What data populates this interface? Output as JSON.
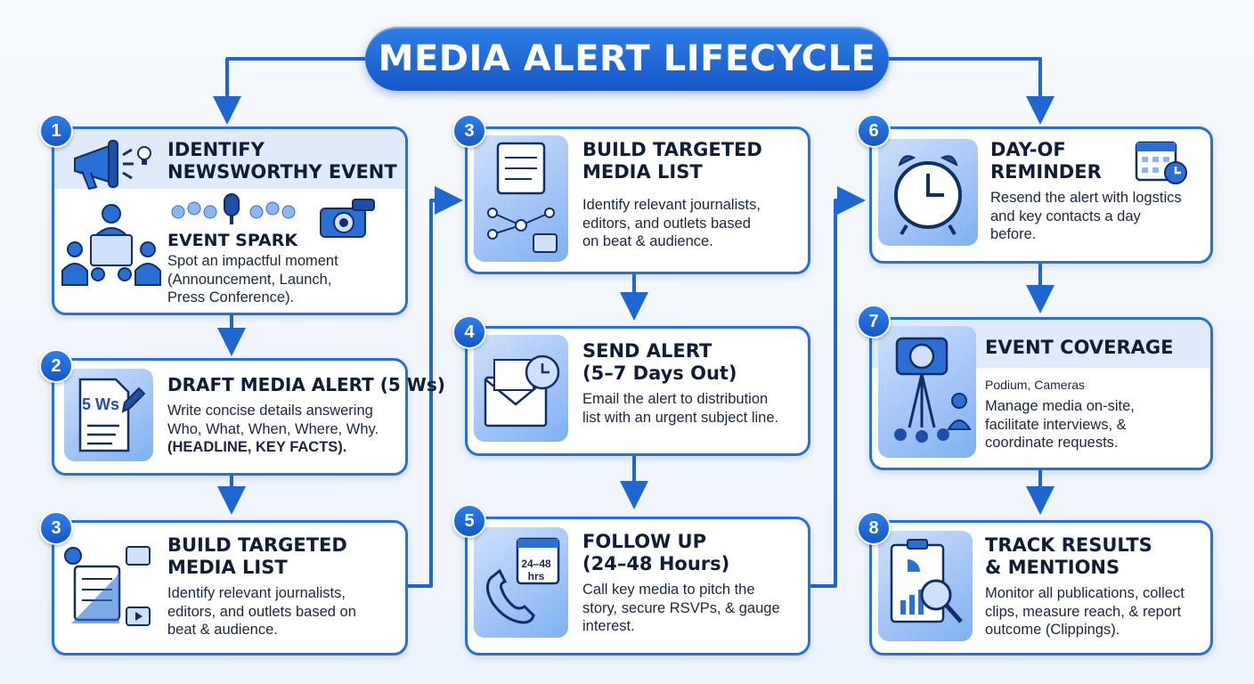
{
  "title": "MEDIA ALERT LIFECYCLE",
  "accent": "#1f66d1",
  "steps": [
    {
      "num": "1",
      "title": "IDENTIFY\nNEWSWORTHY EVENT",
      "subtitle": "EVENT SPARK",
      "body": "Spot an impactful moment\n(Announcement, Launch,\nPress Conference)."
    },
    {
      "num": "2",
      "title": "DRAFT MEDIA ALERT (5 Ws)",
      "icon_text": "5 Ws",
      "body": "Write concise details answering\nWho, What, When, Where, Why.",
      "emph": "(HEADLINE, KEY FACTS)."
    },
    {
      "num": "3",
      "title": "BUILD TARGETED\nMEDIA LIST",
      "body": "Identify relevant journalists,\neditors, and outlets based on\nbeat & audience."
    },
    {
      "num": "3",
      "title": "BUILD TARGETED\nMEDIA LIST",
      "body": "Identify relevant journalists,\neditors, and  outlets based\non beat & audience."
    },
    {
      "num": "4",
      "title": "SEND ALERT\n(5–7 Days Out)",
      "body": "Email the alert to distribution\nlist with an urgent subject line."
    },
    {
      "num": "5",
      "title": "FOLLOW UP\n(24–48 Hours)",
      "icon_text": "24–48\nhrs",
      "body": "Call key media to pitch the\nstory, secure RSVPs, & gauge\ninterest."
    },
    {
      "num": "6",
      "title": "DAY-OF\nREMINDER",
      "body": "Resend the alert with logstics\nand key contacts a day\nbefore."
    },
    {
      "num": "7",
      "title": "EVENT COVERAGE",
      "note": "Podium, Cameras",
      "body": "Manage media on-site,\nfacilitate interviews, &\ncoordinate requests."
    },
    {
      "num": "8",
      "title": "TRACK RESULTS\n& MENTIONS",
      "body": "Monitor all publications, collect\nclips, measure reach, & report\noutcome (Clippings)."
    }
  ]
}
